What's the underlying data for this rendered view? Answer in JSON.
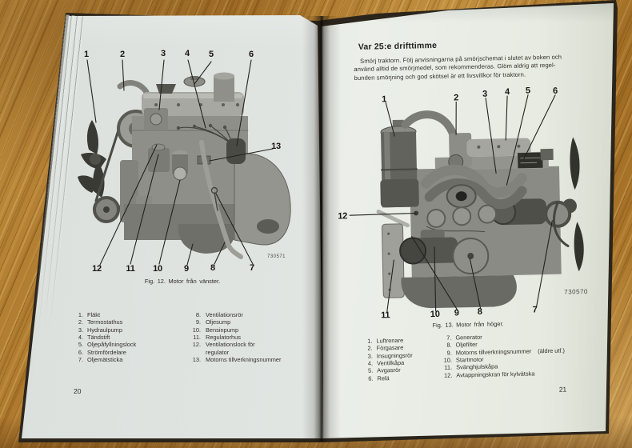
{
  "book": {
    "left_page": {
      "page_number": "20",
      "figure": {
        "caption": "Fig. 12. Motor från vänster.",
        "photo_id": "730571",
        "callouts": [
          "1",
          "2",
          "3",
          "4",
          "5",
          "6",
          "7",
          "8",
          "9",
          "10",
          "11",
          "12",
          "13"
        ]
      },
      "parts": [
        {
          "n": "1.",
          "label": "Fläkt"
        },
        {
          "n": "2.",
          "label": "Termostathus"
        },
        {
          "n": "3.",
          "label": "Hydraulpump"
        },
        {
          "n": "4.",
          "label": "Tändstift"
        },
        {
          "n": "5.",
          "label": "Oljepåfyllningslock"
        },
        {
          "n": "6.",
          "label": "Strömfördelare"
        },
        {
          "n": "7.",
          "label": "Oljemätsticka"
        },
        {
          "n": "8.",
          "label": "Ventilationsrör"
        },
        {
          "n": "9.",
          "label": "Oljesump"
        },
        {
          "n": "10.",
          "label": "Bensinpump"
        },
        {
          "n": "11.",
          "label": "Regulatorhus"
        },
        {
          "n": "12.",
          "label": "Ventilationslock för",
          "label2": "regulator"
        },
        {
          "n": "13.",
          "label": "Motorns tillverkningsnummer"
        }
      ]
    },
    "right_page": {
      "page_number": "21",
      "heading": "Var 25:e drifttimme",
      "paragraph": {
        "line1": "Smörj traktorn. Följ anvisningarna på smörjschemat i slutet av boken och",
        "line2": "använd alltid de smörjmedel, som rekommenderas. Glöm aldrig att regel-",
        "line3": "bunden smörjning och god skötsel är ett livsvillkor för traktorn."
      },
      "figure": {
        "caption": "Fig. 13. Motor från höger.",
        "photo_id": "730570",
        "callouts": [
          "1",
          "2",
          "3",
          "4",
          "5",
          "6",
          "7",
          "8",
          "9",
          "10",
          "11",
          "12"
        ]
      },
      "parts": [
        {
          "n": "1.",
          "label": "Luftrenare"
        },
        {
          "n": "2.",
          "label": "Förgasare"
        },
        {
          "n": "3.",
          "label": "Insugningsrör"
        },
        {
          "n": "4.",
          "label": "Ventilkåpa"
        },
        {
          "n": "5.",
          "label": "Avgasrör"
        },
        {
          "n": "6.",
          "label": "Relä"
        },
        {
          "n": "7.",
          "label": "Generator"
        },
        {
          "n": "8.",
          "label": "Oljefilter"
        },
        {
          "n": "9.",
          "label": "Motorns tillverkningsnummer",
          "suffix": "(äldre utf.)"
        },
        {
          "n": "10.",
          "label": "Startmotor"
        },
        {
          "n": "11.",
          "label": "Svänghjulskåpa"
        },
        {
          "n": "12.",
          "label": "Avtappningskran för kylvätska"
        }
      ]
    }
  }
}
